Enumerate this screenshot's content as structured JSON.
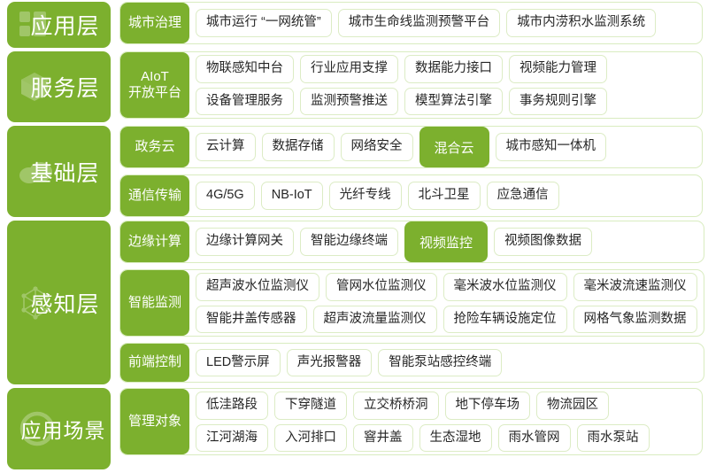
{
  "theme": {
    "green": "#7cb02e",
    "chip_border": "#dcecc5",
    "group_border": "#d9ecc0",
    "text": "#262626",
    "white": "#ffffff"
  },
  "layers": [
    {
      "id": "application-layer",
      "label": "应用层",
      "icon": "squares-icon",
      "groups": [
        {
          "id": "city-governance",
          "title": "城市治理",
          "lines": [
            [
              "城市运行 “一网统管”",
              "城市生命线监测预警平台",
              "城市内涝积水监测系统"
            ]
          ]
        }
      ]
    },
    {
      "id": "service-layer",
      "label": "服务层",
      "icon": "cube-icon",
      "groups": [
        {
          "id": "aiot-open-platform",
          "title": "AIoT\n开放平台",
          "title_lines": [
            "AIoT",
            "开放平台"
          ],
          "lines": [
            [
              "物联感知中台",
              "行业应用支撑",
              "数据能力接口",
              "视频能力管理"
            ],
            [
              "设备管理服务",
              "监测预警推送",
              "模型算法引擎",
              "事务规则引擎"
            ]
          ]
        }
      ]
    },
    {
      "id": "infrastructure-layer",
      "label": "基础层",
      "icon": "cloud-icon",
      "groups": [
        {
          "id": "government-cloud",
          "title": "政务云",
          "split": true,
          "left_chips": [
            "云计算",
            "数据存储",
            "网络安全"
          ],
          "accent": "混合云",
          "right_chips": [
            "城市感知一体机"
          ]
        },
        {
          "id": "communication-transmission",
          "title": "通信传输",
          "lines": [
            [
              "4G/5G",
              "NB-IoT",
              "光纤专线",
              "北斗卫星",
              "应急通信"
            ]
          ]
        }
      ]
    },
    {
      "id": "perception-layer",
      "label": "感知层",
      "icon": "network-icon",
      "groups": [
        {
          "id": "edge-computing",
          "title": "边缘计算",
          "split": true,
          "left_chips": [
            "边缘计算网关",
            "智能边缘终端"
          ],
          "accent": "视频监控",
          "right_chips": [
            "视频图像数据"
          ]
        },
        {
          "id": "intelligent-monitoring",
          "title": "智能监测",
          "lines": [
            [
              "超声波水位监测仪",
              "管网水位监测仪",
              "毫米波水位监测仪",
              "毫米波流速监测仪"
            ],
            [
              "智能井盖传感器",
              "超声波流量监测仪",
              "抢险车辆设施定位",
              "网格气象监测数据"
            ]
          ]
        },
        {
          "id": "front-end-control",
          "title": "前端控制",
          "lines": [
            [
              "LED警示屏",
              "声光报警器",
              "智能泵站感控终端"
            ]
          ]
        }
      ]
    },
    {
      "id": "application-scenario-layer",
      "label": "应用场景",
      "icon": "circle-icon",
      "groups": [
        {
          "id": "management-objects",
          "title": "管理对象",
          "lines": [
            [
              "低洼路段",
              "下穿隧道",
              "立交桥桥洞",
              "地下停车场",
              "物流园区"
            ],
            [
              "江河湖海",
              "入河排口",
              "窨井盖",
              "生态湿地",
              "雨水管网",
              "雨水泵站"
            ]
          ]
        }
      ]
    }
  ]
}
